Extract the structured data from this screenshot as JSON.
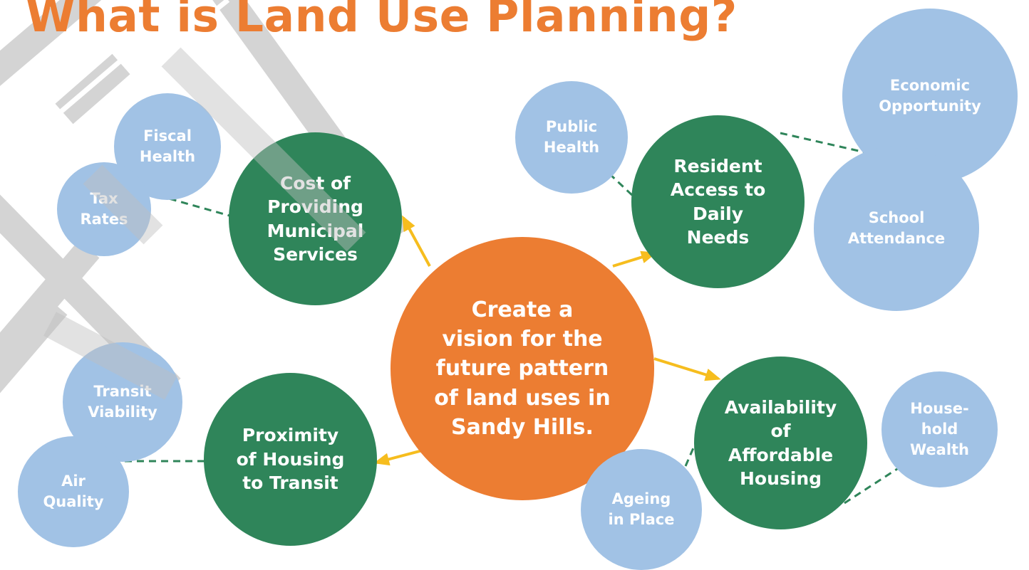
{
  "title": "What is Land Use Planning?",
  "colors": {
    "title": "#ec7d32",
    "center": "#ec7d32",
    "primary": "#2f855a",
    "secondary": "#a1c2e5",
    "arrow": "#f6bd1e",
    "dash": "#2f855a"
  },
  "center": {
    "label": "Create a\nvision for the\nfuture pattern\nof land uses in\nSandy Hills."
  },
  "primary": [
    {
      "label": "Cost of\nProviding\nMunicipal\nServices"
    },
    {
      "label": "Resident\nAccess to\nDaily\nNeeds"
    },
    {
      "label": "Proximity\nof Housing\nto Transit"
    },
    {
      "label": "Availability\nof\nAffordable\nHousing"
    }
  ],
  "secondary": [
    {
      "label": "Fiscal\nHealth"
    },
    {
      "label": "Tax\nRates"
    },
    {
      "label": "Public\nHealth"
    },
    {
      "label": "Economic\nOpportunity"
    },
    {
      "label": "School\nAttendance"
    },
    {
      "label": "Transit\nViability"
    },
    {
      "label": "Air\nQuality"
    },
    {
      "label": "Ageing\nin Place"
    },
    {
      "label": "House-\nhold\nWealth"
    }
  ]
}
